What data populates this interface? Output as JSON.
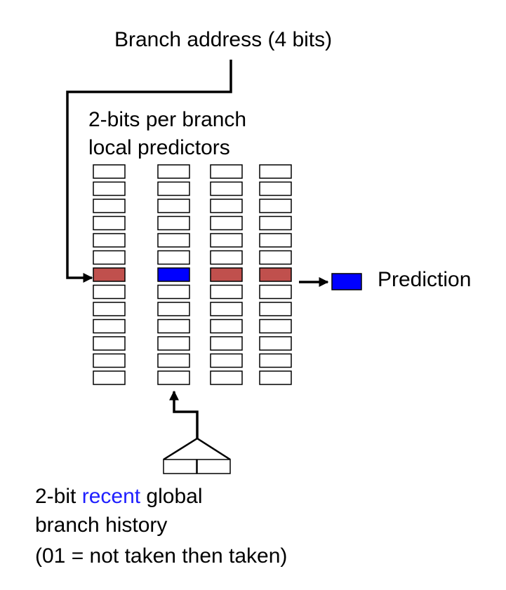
{
  "labels": {
    "branch_address": "Branch address (4 bits)",
    "local_line1": "2-bits per branch",
    "local_line2": "local predictors",
    "prediction": "Prediction",
    "history_line1_pre": "2-bit ",
    "history_line1_highlight": "recent",
    "history_line1_post": " global",
    "history_line2": "branch history",
    "history_line3": "(01 = not taken then taken)"
  },
  "tables": {
    "columns": 4,
    "rows_per_column": 13,
    "selected_row": 6,
    "selected_column": 1
  },
  "history": {
    "bits": 2
  },
  "colors": {
    "selected_entry": "#c0504d",
    "chosen_entry": "#0000ff",
    "prediction_box": "#0000ff",
    "highlight_text": "#1f1fff",
    "line": "#000000"
  }
}
